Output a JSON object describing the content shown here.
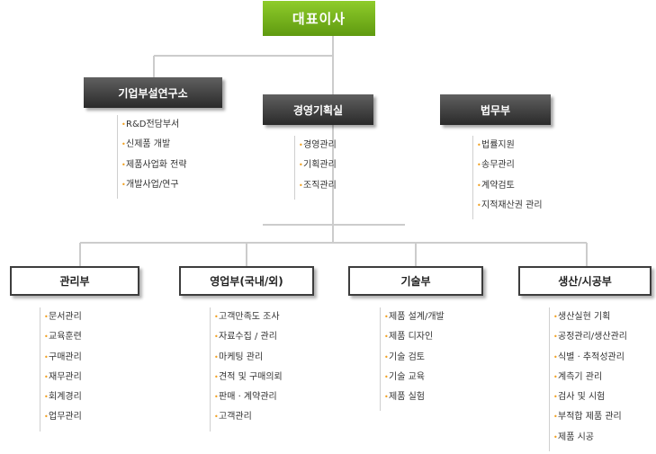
{
  "ceo": {
    "label": "대표이사"
  },
  "level1": [
    {
      "id": "rnd",
      "label": "기업부설연구소",
      "items": [
        "R&D전담부서",
        "신제품 개발",
        "제품사업화 전략",
        "개발사업/연구"
      ]
    },
    {
      "id": "planning",
      "label": "경영기획실",
      "items": [
        "경영관리",
        "기획관리",
        "조직관리"
      ]
    },
    {
      "id": "legal",
      "label": "법무부",
      "items": [
        "법률지원",
        "송무관리",
        "계약검토",
        "지적재산권 관리"
      ]
    }
  ],
  "level2": [
    {
      "id": "admin",
      "label": "관리부",
      "items": [
        "문서관리",
        "교육훈련",
        "구매관리",
        "재무관리",
        "회계경리",
        "업무관리"
      ]
    },
    {
      "id": "sales",
      "label": "영업부(국내/외)",
      "items": [
        "고객만족도 조사",
        "자료수집 / 관리",
        "마케팅 관리",
        "견적 및 구매의뢰",
        "판매 · 계약관리",
        "고객관리"
      ]
    },
    {
      "id": "tech",
      "label": "기술부",
      "items": [
        "제품 설계/개발",
        "제품 디자인",
        "기술 검토",
        "기술 교육",
        "제품 실험"
      ]
    },
    {
      "id": "production",
      "label": "생산/시공부",
      "items": [
        "생산실현 기획",
        "공정관리/생산관리",
        "식별 · 추적성관리",
        "계측기 관리",
        "검사 및 시험",
        "부적합 제품 관리",
        "제품 시공"
      ]
    }
  ],
  "colors": {
    "ceo_green": "#7ab51d",
    "dark_box": "#3a3a3a",
    "bullet": "#f0a020",
    "connector": "#cccccc"
  }
}
